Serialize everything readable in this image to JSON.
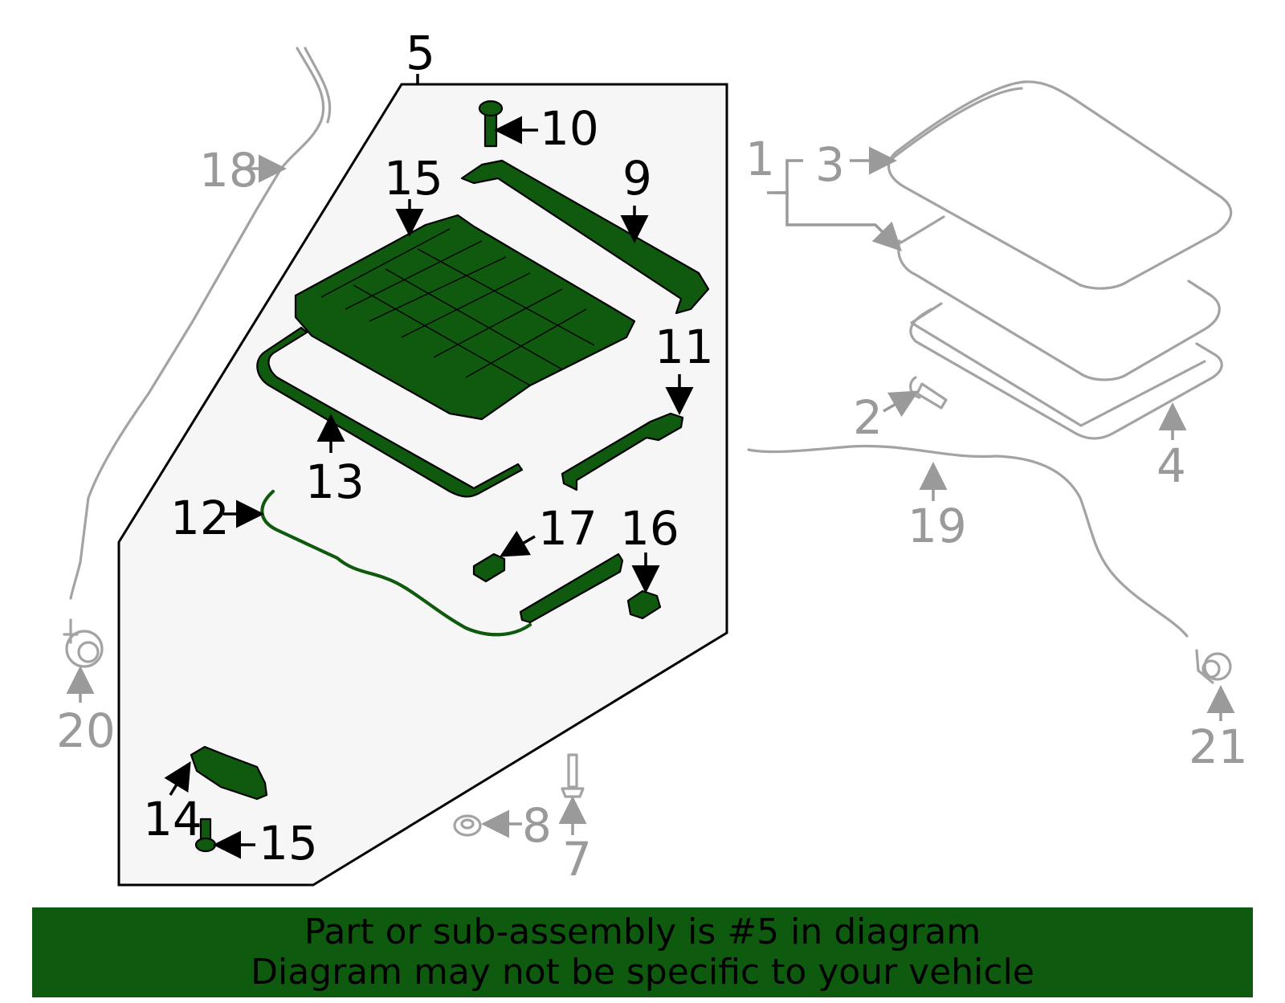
{
  "colors": {
    "highlight_fill": "#0f5a0f",
    "assembly_panel": "#f6f6f6",
    "inactive_part": "#a3a3a3",
    "banner_bg": "#0e5a0e",
    "banner_text": "#000000"
  },
  "callouts": {
    "c1": "1",
    "c2": "2",
    "c3": "3",
    "c4": "4",
    "c5": "5",
    "c7": "7",
    "c8": "8",
    "c9": "9",
    "c10": "10",
    "c11": "11",
    "c12": "12",
    "c13": "13",
    "c14": "14",
    "c15a": "15",
    "c15b": "15",
    "c16": "16",
    "c17": "17",
    "c18": "18",
    "c19": "19",
    "c20": "20",
    "c21": "21"
  },
  "banner": {
    "line1": "Part or sub-assembly is #5 in diagram",
    "line2": "Diagram may not be specific to your vehicle"
  }
}
